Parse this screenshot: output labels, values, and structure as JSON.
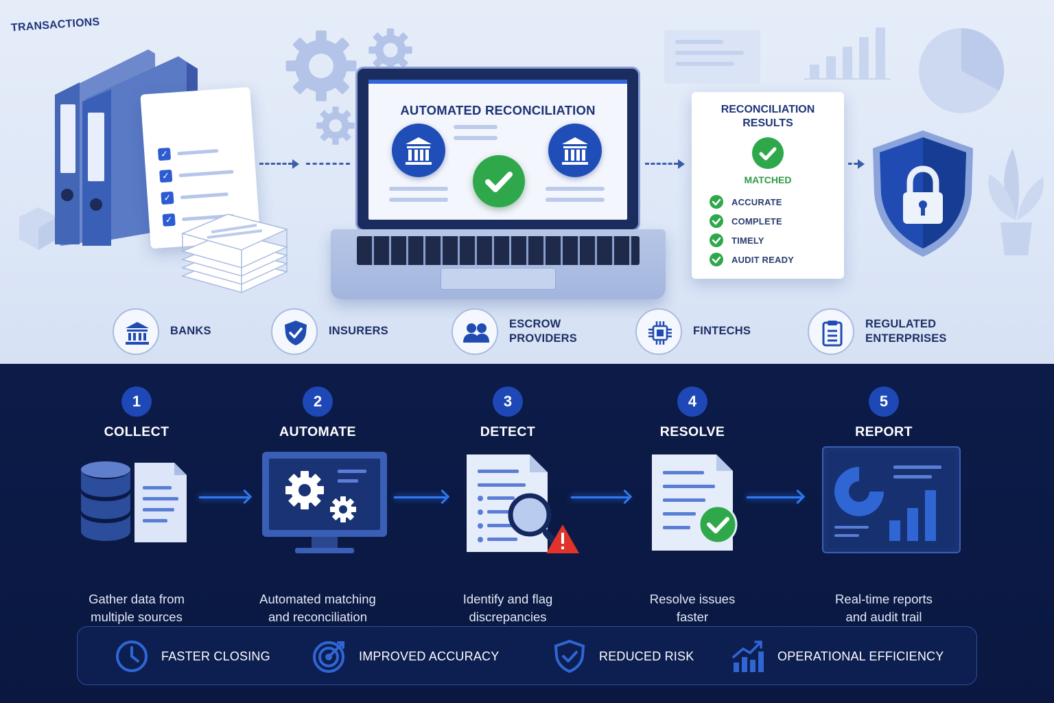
{
  "top": {
    "transactions_label": "TRANSACTIONS",
    "screen_title": "AUTOMATED RECONCILIATION",
    "results": {
      "title_line1": "RECONCILIATION",
      "title_line2": "RESULTS",
      "status": "MATCHED",
      "items": [
        "ACCURATE",
        "COMPLETE",
        "TIMELY",
        "AUDIT READY"
      ]
    },
    "segments": [
      {
        "label1": "BANKS",
        "label2": "",
        "icon": "bank-icon"
      },
      {
        "label1": "INSURERS",
        "label2": "",
        "icon": "shield-check-icon"
      },
      {
        "label1": "ESCROW",
        "label2": "PROVIDERS",
        "icon": "people-icon"
      },
      {
        "label1": "FINTECHS",
        "label2": "",
        "icon": "chip-icon"
      },
      {
        "label1": "REGULATED",
        "label2": "ENTERPRISES",
        "icon": "clipboard-icon"
      }
    ]
  },
  "steps": [
    {
      "num": "1",
      "title": "COLLECT",
      "desc1": "Gather data from",
      "desc2": "multiple sources",
      "icon": "database-document-icon"
    },
    {
      "num": "2",
      "title": "AUTOMATE",
      "desc1": "Automated matching",
      "desc2": "and reconciliation",
      "icon": "monitor-gears-icon"
    },
    {
      "num": "3",
      "title": "DETECT",
      "desc1": "Identify and flag",
      "desc2": "discrepancies",
      "icon": "magnifier-warning-icon"
    },
    {
      "num": "4",
      "title": "RESOLVE",
      "desc1": "Resolve issues",
      "desc2": "faster",
      "icon": "document-check-icon"
    },
    {
      "num": "5",
      "title": "REPORT",
      "desc1": "Real-time reports",
      "desc2": "and audit trail",
      "icon": "dashboard-chart-icon"
    }
  ],
  "benefits": [
    {
      "label": "FASTER CLOSING",
      "icon": "clock-icon"
    },
    {
      "label": "IMPROVED ACCURACY",
      "icon": "target-icon"
    },
    {
      "label": "REDUCED RISK",
      "icon": "shield-icon"
    },
    {
      "label": "OPERATIONAL EFFICIENCY",
      "icon": "growth-chart-icon"
    }
  ],
  "colors": {
    "accent": "#1e48b6",
    "success": "#2ea84a",
    "warning": "#e0342b",
    "dark_bg": "#0b1a45",
    "light_bg": "#e3ebf8"
  }
}
